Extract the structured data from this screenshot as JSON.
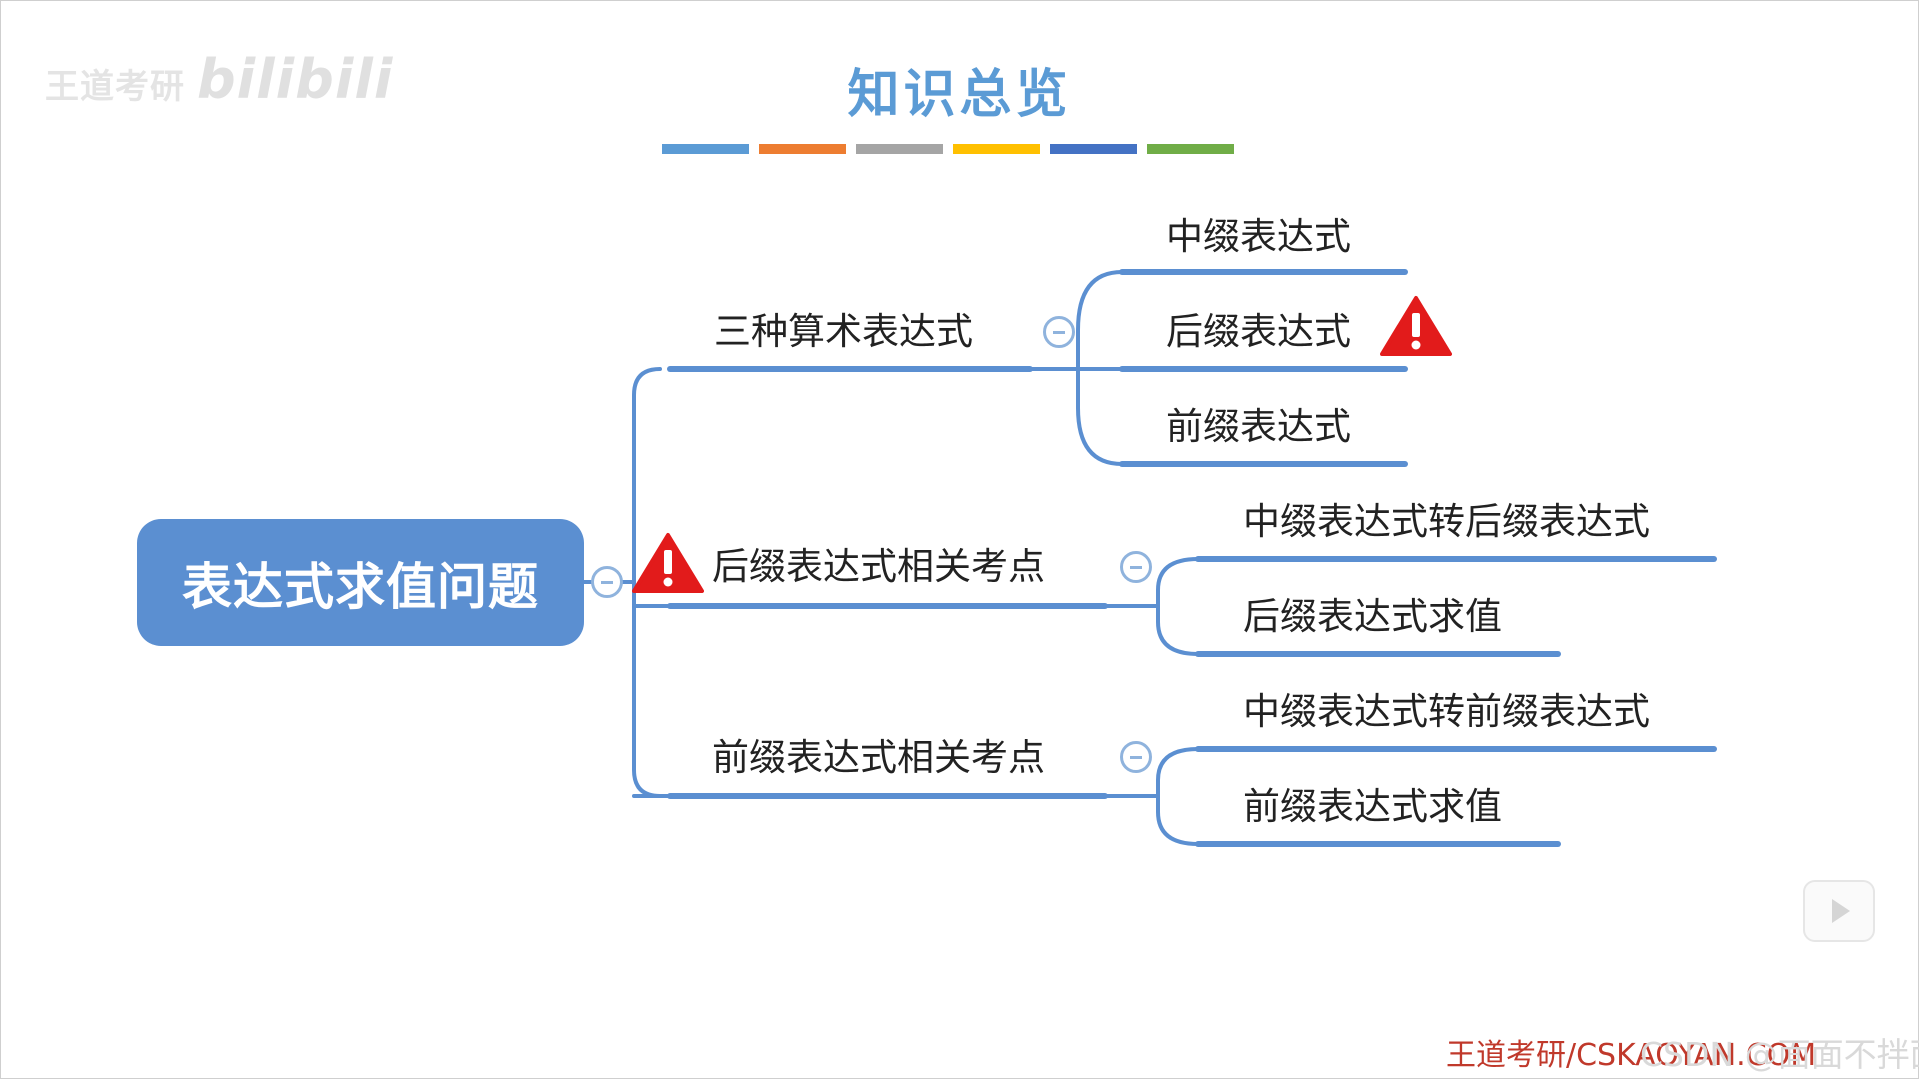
{
  "watermark": {
    "text": "王道考研",
    "brand": "bilibili"
  },
  "title": "知识总览",
  "color_bar": [
    "#5b9bd5",
    "#ed7d31",
    "#a5a5a5",
    "#ffc000",
    "#4472c4",
    "#70ad47"
  ],
  "root": {
    "label": "表达式求值问题"
  },
  "branches": [
    {
      "label": "三种算术表达式",
      "children": [
        {
          "label": "中缀表达式"
        },
        {
          "label": "后缀表达式",
          "warning": true
        },
        {
          "label": "前缀表达式"
        }
      ]
    },
    {
      "label": "后缀表达式相关考点",
      "warning": true,
      "children": [
        {
          "label": "中缀表达式转后缀表达式"
        },
        {
          "label": "后缀表达式求值"
        }
      ]
    },
    {
      "label": "前缀表达式相关考点",
      "children": [
        {
          "label": "中缀表达式转前缀表达式"
        },
        {
          "label": "前缀表达式求值"
        }
      ]
    }
  ],
  "colors": {
    "line": "#5b8fd1",
    "root_fill": "#5b8fd1",
    "warning": "#e21b1b"
  },
  "footer": {
    "site": "王道考研/CSKAOYAN.COM",
    "overlay": "CSDN @面面不拌面"
  },
  "icons": [
    "collapse-icon",
    "warning-icon",
    "play-icon"
  ]
}
